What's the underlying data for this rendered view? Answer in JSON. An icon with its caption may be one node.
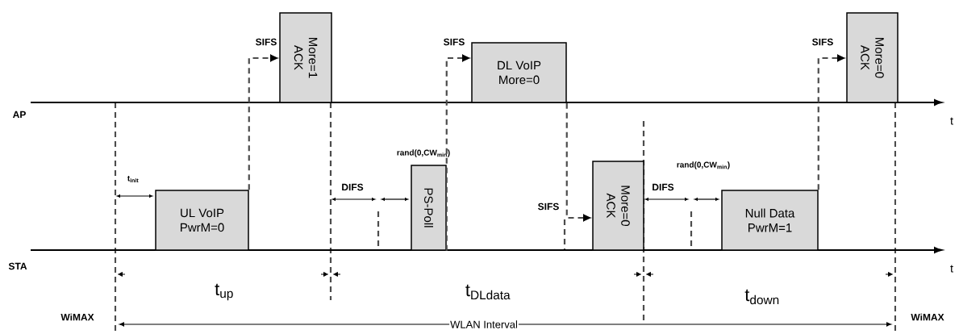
{
  "diagram": {
    "nodes": [
      {
        "text": [
          "More=1",
          "ACK"
        ]
      },
      {
        "text": [
          "DL VoIP",
          "More=0"
        ]
      },
      {
        "text": [
          "More=0",
          "ACK"
        ]
      },
      {
        "text": [
          "UL VoIP",
          "PwrM=0"
        ]
      },
      {
        "text": [
          "PS-Poll"
        ]
      },
      {
        "text": [
          "More=0",
          "ACK"
        ]
      },
      {
        "text": [
          "Null Data",
          "PwrM=1"
        ]
      }
    ],
    "edges": [
      {
        "from": 3,
        "to": 0,
        "arrow": "to",
        "style": "dashed"
      },
      {
        "from": 4,
        "to": 1,
        "arrow": "to",
        "style": "dashed"
      },
      {
        "from": 1,
        "to": 5,
        "arrow": "to",
        "style": "dashed"
      },
      {
        "from": 6,
        "to": 2,
        "arrow": "to",
        "style": "dashed"
      }
    ],
    "labels": [
      "SIFS",
      "SIFS",
      "SIFS",
      "AP",
      "t",
      "rand(0,CW$_{min}$)",
      "t$_{init}$",
      "DIFS",
      "rand(0,CW$_{min}$)",
      "SIFS",
      "DIFS",
      "STA",
      "t",
      "t$_{up}$",
      "t$_{DLdata}$",
      "t$_{down}$",
      "WiMAX",
      "WLAN Interval",
      "WiMAX"
    ]
  }
}
